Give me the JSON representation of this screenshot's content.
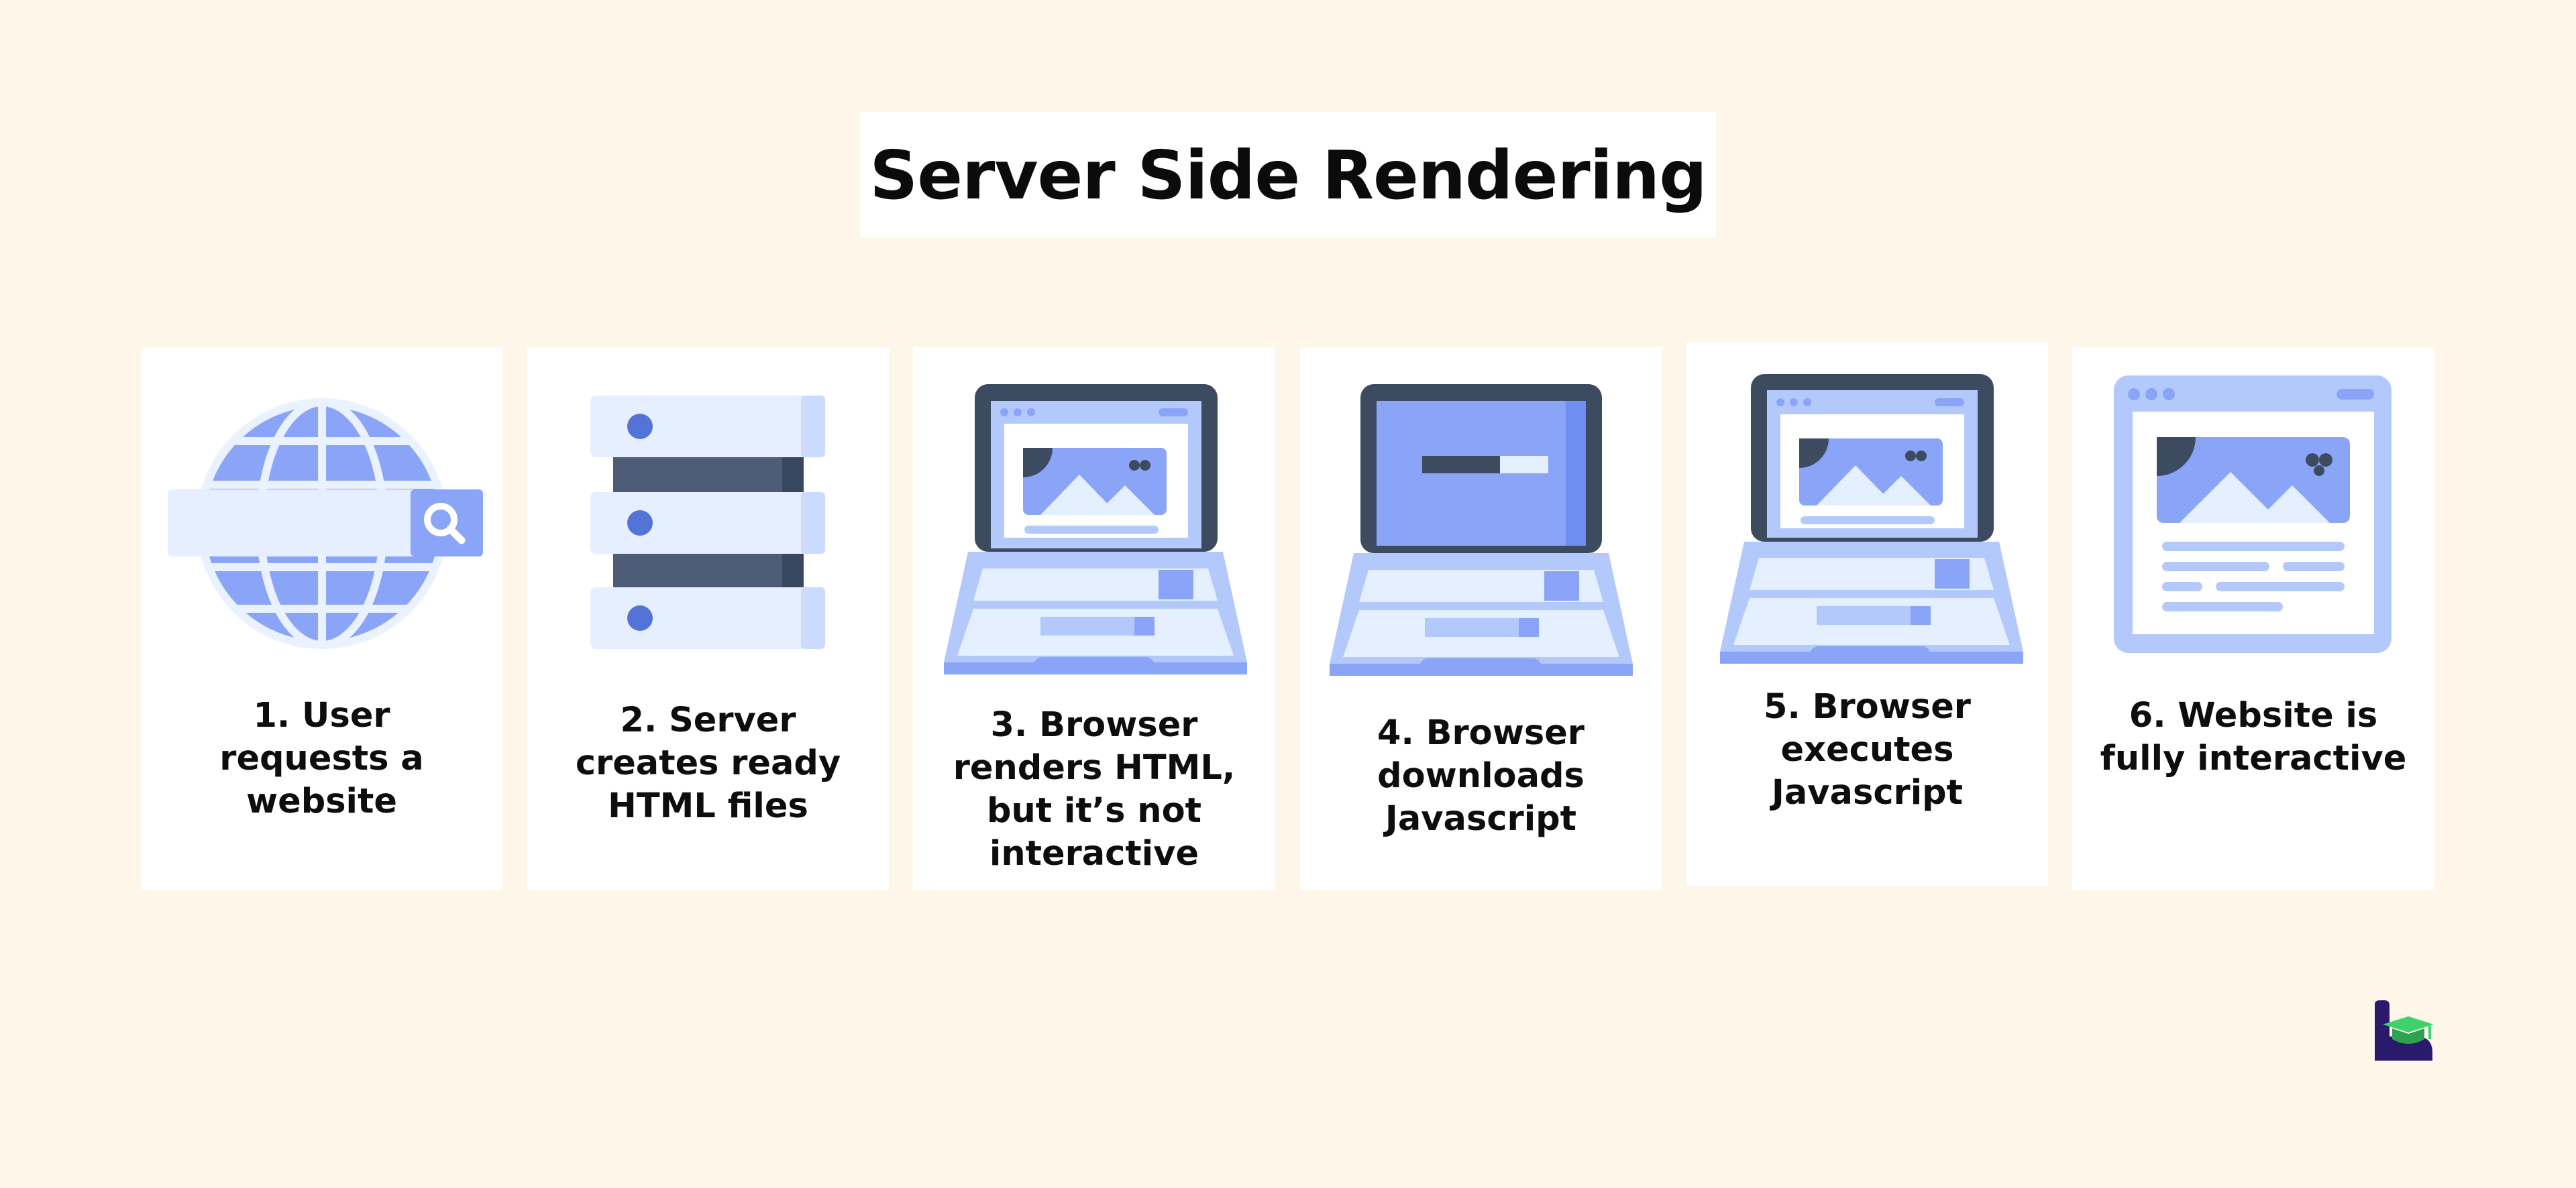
{
  "title": "Server Side Rendering",
  "steps": [
    {
      "label": "1. User requests a website",
      "icon": "globe-search-icon"
    },
    {
      "label": "2.  Server creates ready HTML files",
      "icon": "server-rack-icon"
    },
    {
      "label": "3. Browser renders HTML, but it’s not interactive",
      "icon": "laptop-static-page-icon"
    },
    {
      "label": "4. Browser downloads Javascript",
      "icon": "laptop-download-icon"
    },
    {
      "label": "5. Browser executes Javascript",
      "icon": "laptop-executing-icon"
    },
    {
      "label": "6. Website is fully interactive",
      "icon": "interactive-webpage-icon"
    }
  ],
  "colors": {
    "background": "#fef6e9",
    "card": "#ffffff",
    "dark": "#3d4b61",
    "accent": "#8aa4f8",
    "light": "#b3c9fb",
    "lighter": "#e4efff",
    "logo_purple": "#2a1a6b",
    "logo_green": "#3fd16a"
  }
}
